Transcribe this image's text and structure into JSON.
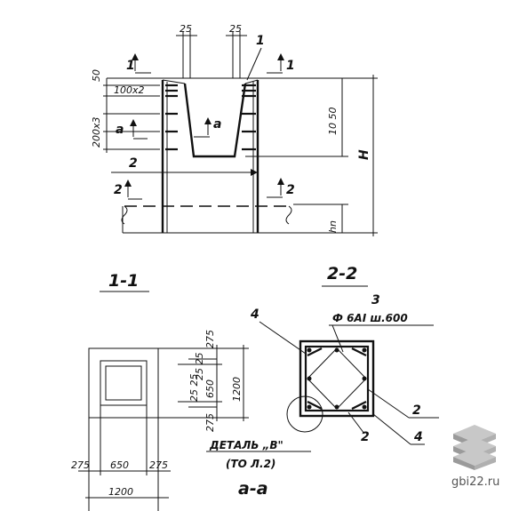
{
  "elevation": {
    "dims_top": [
      "25",
      "25"
    ],
    "dims_left": [
      "50",
      "200x3"
    ],
    "dims_right": [
      "10 50",
      "H",
      "hn"
    ],
    "note_100x2": "100x2",
    "cut_1": "1",
    "cut_2": "2",
    "cut_a": "a",
    "label_2": "2",
    "label_1": "1"
  },
  "section_1_1": {
    "title": "1-1",
    "dims_bottom": [
      "275",
      "650",
      "275"
    ],
    "dim_total_bottom": "1200",
    "dims_right_stack": [
      "275",
      "650",
      "275"
    ],
    "dims_inner": [
      "25 25",
      "25 25"
    ],
    "dim_total_right": "1200",
    "detail_note": "ДЕТАЛЬ „В\"",
    "detail_ref": "(ТО Л.2)",
    "subtitle": "a-a"
  },
  "section_2_2": {
    "title": "2-2",
    "callout_3": "3",
    "rebar_note": "Ф 6АI ш.600",
    "callout_4_top": "4",
    "callout_2_right": "2",
    "callout_2_bottom": "2",
    "callout_4_bottom": "4"
  },
  "watermark": {
    "text": "gbi22.ru"
  }
}
